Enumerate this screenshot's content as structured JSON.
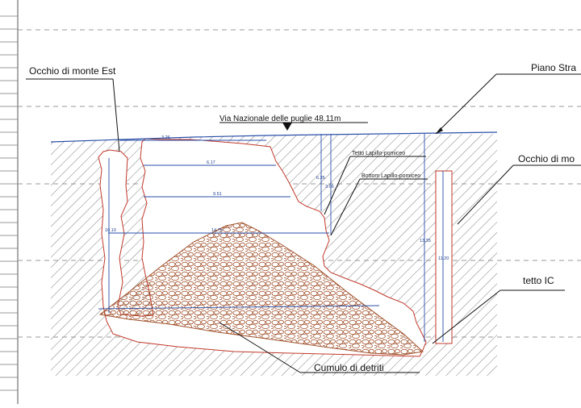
{
  "labels": {
    "occhio_est": "Occhio di monte Est",
    "piano_stradale": "Piano Stra",
    "via_nazionale": "Via Nazionale delle puglie 48.11m",
    "tetto_lapillo": "Tetto Lapillo-pomiceo",
    "bottom_lapillo": "Bottom Lapillo-pomiceo",
    "occhio_mo": "Occhio di mo",
    "tetto_ic": "tetto IC",
    "cumulo": "Cumulo di detriti"
  },
  "dimensions": {
    "d1": "3.26",
    "d2": "6.17",
    "d3": "9.51",
    "d4": "14.70",
    "d5": "10.10",
    "d6": "6.35",
    "d7": "3.06",
    "d8": "13.35",
    "d9": "11.20"
  },
  "colors": {
    "section_outline": "#c0392b",
    "dimension_line": "#2a4fa8",
    "hatch": "#8a8a8a",
    "debris": "#a0522d",
    "guide_dash": "#9a9a9a"
  }
}
